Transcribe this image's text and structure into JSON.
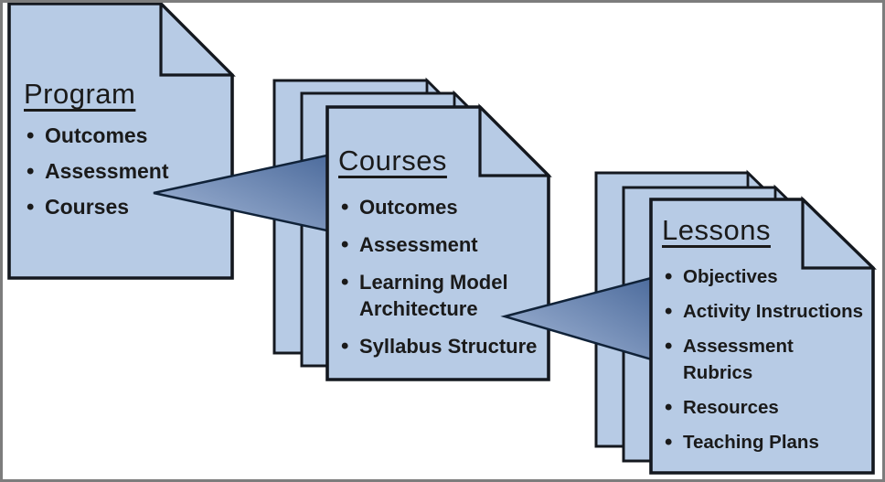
{
  "diagram": {
    "program": {
      "title": "Program",
      "items": [
        "Outcomes",
        "Assessment",
        "Courses"
      ]
    },
    "courses": {
      "title": "Courses",
      "items": [
        "Outcomes",
        "Assessment",
        "Learning Model\nArchitecture",
        "Syllabus Structure"
      ]
    },
    "lessons": {
      "title": "Lessons",
      "items": [
        "Objectives",
        "Activity Instructions",
        "Assessment\nRubrics",
        "Resources",
        "Teaching Plans"
      ]
    }
  },
  "glyphs": {
    "bullet": "•"
  },
  "colors": {
    "background": "#ffffff",
    "frame_border": "#7d7d7d",
    "page_fill": "#b7cbe5",
    "page_outline": "#14181f",
    "arrow_gradient_light": "#a6b9d8",
    "arrow_gradient_dark": "#4c6b9c",
    "arrow_outline": "#102238",
    "text": "#1a1a1a"
  }
}
